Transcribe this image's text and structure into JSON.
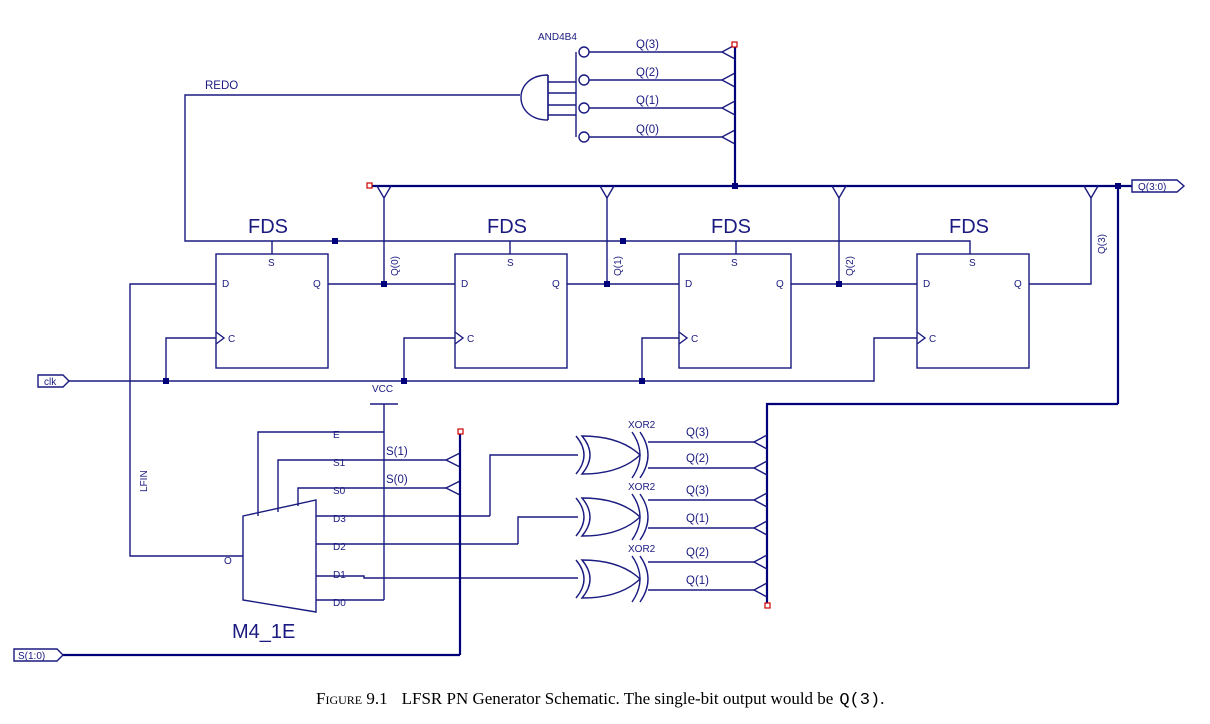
{
  "schematic": {
    "and_gate": {
      "label": "AND4B4",
      "inputs": [
        "Q(3)",
        "Q(2)",
        "Q(1)",
        "Q(0)"
      ]
    },
    "nets": {
      "redo": "REDO",
      "lfin": "LFIN",
      "vcc": "VCC"
    },
    "flip_flops": [
      {
        "title": "FDS",
        "pin_s": "S",
        "pin_d": "D",
        "pin_q": "Q",
        "pin_c": "C",
        "out_label": "Q(0)"
      },
      {
        "title": "FDS",
        "pin_s": "S",
        "pin_d": "D",
        "pin_q": "Q",
        "pin_c": "C",
        "out_label": "Q(1)"
      },
      {
        "title": "FDS",
        "pin_s": "S",
        "pin_d": "D",
        "pin_q": "Q",
        "pin_c": "C",
        "out_label": "Q(2)"
      },
      {
        "title": "FDS",
        "pin_s": "S",
        "pin_d": "D",
        "pin_q": "Q",
        "pin_c": "C",
        "out_label": "Q(3)"
      }
    ],
    "ports": {
      "output_bus": "Q(3:0)",
      "clock": "clk",
      "select": "S(1:0)"
    },
    "mux": {
      "title": "M4_1E",
      "pins": {
        "e": "E",
        "s1": "S1",
        "s0": "S0",
        "d3": "D3",
        "d2": "D2",
        "d1": "D1",
        "d0": "D0",
        "o": "O"
      },
      "select_labels": [
        "S(1)",
        "S(0)"
      ]
    },
    "xor_gates": [
      {
        "label": "XOR2",
        "inputs": [
          "Q(3)",
          "Q(2)"
        ]
      },
      {
        "label": "XOR2",
        "inputs": [
          "Q(3)",
          "Q(1)"
        ]
      },
      {
        "label": "XOR2",
        "inputs": [
          "Q(2)",
          "Q(1)"
        ]
      }
    ]
  },
  "caption": {
    "figure": "Figure 9.1",
    "text": "LFSR PN Generator Schematic. The single-bit output would be",
    "code": "Q(3)",
    "end": "."
  }
}
